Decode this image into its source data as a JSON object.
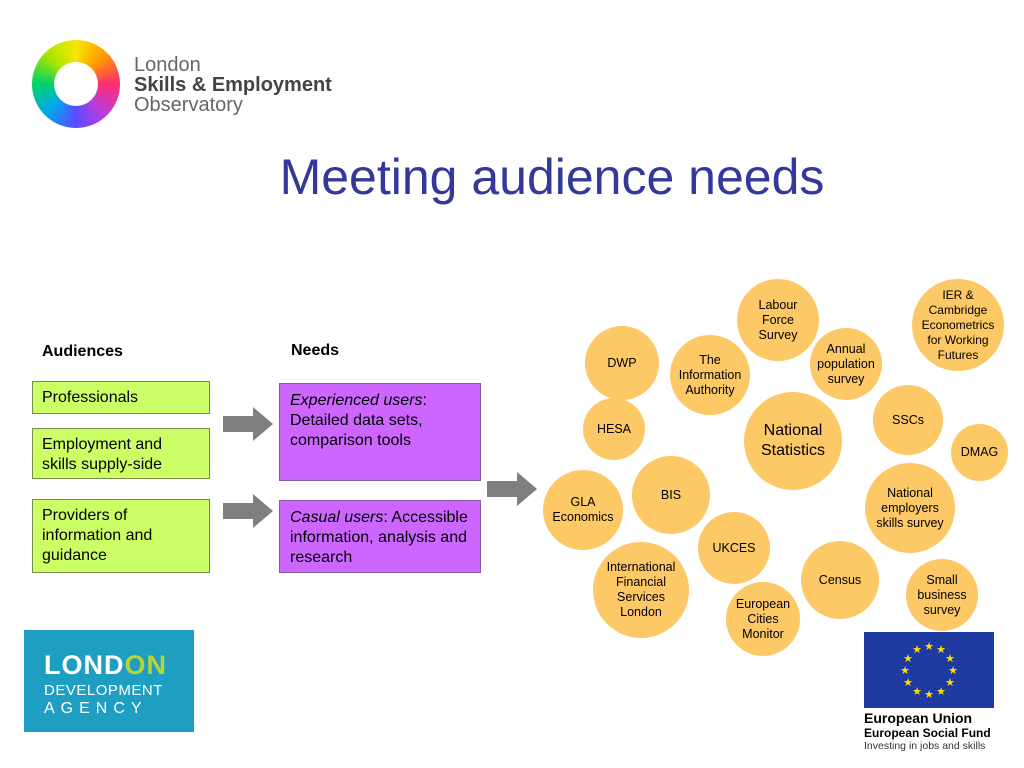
{
  "logo": {
    "line1": "London",
    "line2": "Skills & Employment",
    "line3": "Observatory"
  },
  "title": "Meeting audience needs",
  "audiences": {
    "heading": "Audiences",
    "items": [
      "Professionals",
      "Employment and skills supply-side",
      "Providers of information and guidance"
    ]
  },
  "needs": {
    "heading": "Needs",
    "items": [
      {
        "lead": "Experienced users",
        "rest": "Detailed data sets, comparison tools"
      },
      {
        "lead": "Casual users",
        "rest": "Accessible information, analysis and research"
      }
    ]
  },
  "sources": [
    "Labour Force Survey",
    "IER & Cambridge Econometrics for Working Futures",
    "DWP",
    "The Information Authority",
    "Annual population survey",
    "HESA",
    "National Statistics",
    "SSCs",
    "DMAG",
    "BIS",
    "GLA Economics",
    "National employers skills survey",
    "UKCES",
    "International Financial Services London",
    "Census",
    "Small business survey",
    "European Cities Monitor"
  ],
  "colors": {
    "title": "#33399a",
    "audience_box": "#ccff66",
    "needs_box": "#cc66ff",
    "circle": "#fdc866",
    "arrow": "#7f7f7f"
  },
  "lda_logo": {
    "line1a": "LOND",
    "line1b": "ON",
    "line2": "DEVELOPMENT",
    "line3": "AGENCY"
  },
  "eu_logo": {
    "line1": "European Union",
    "line2": "European Social Fund",
    "line3": "Investing in jobs and skills"
  }
}
